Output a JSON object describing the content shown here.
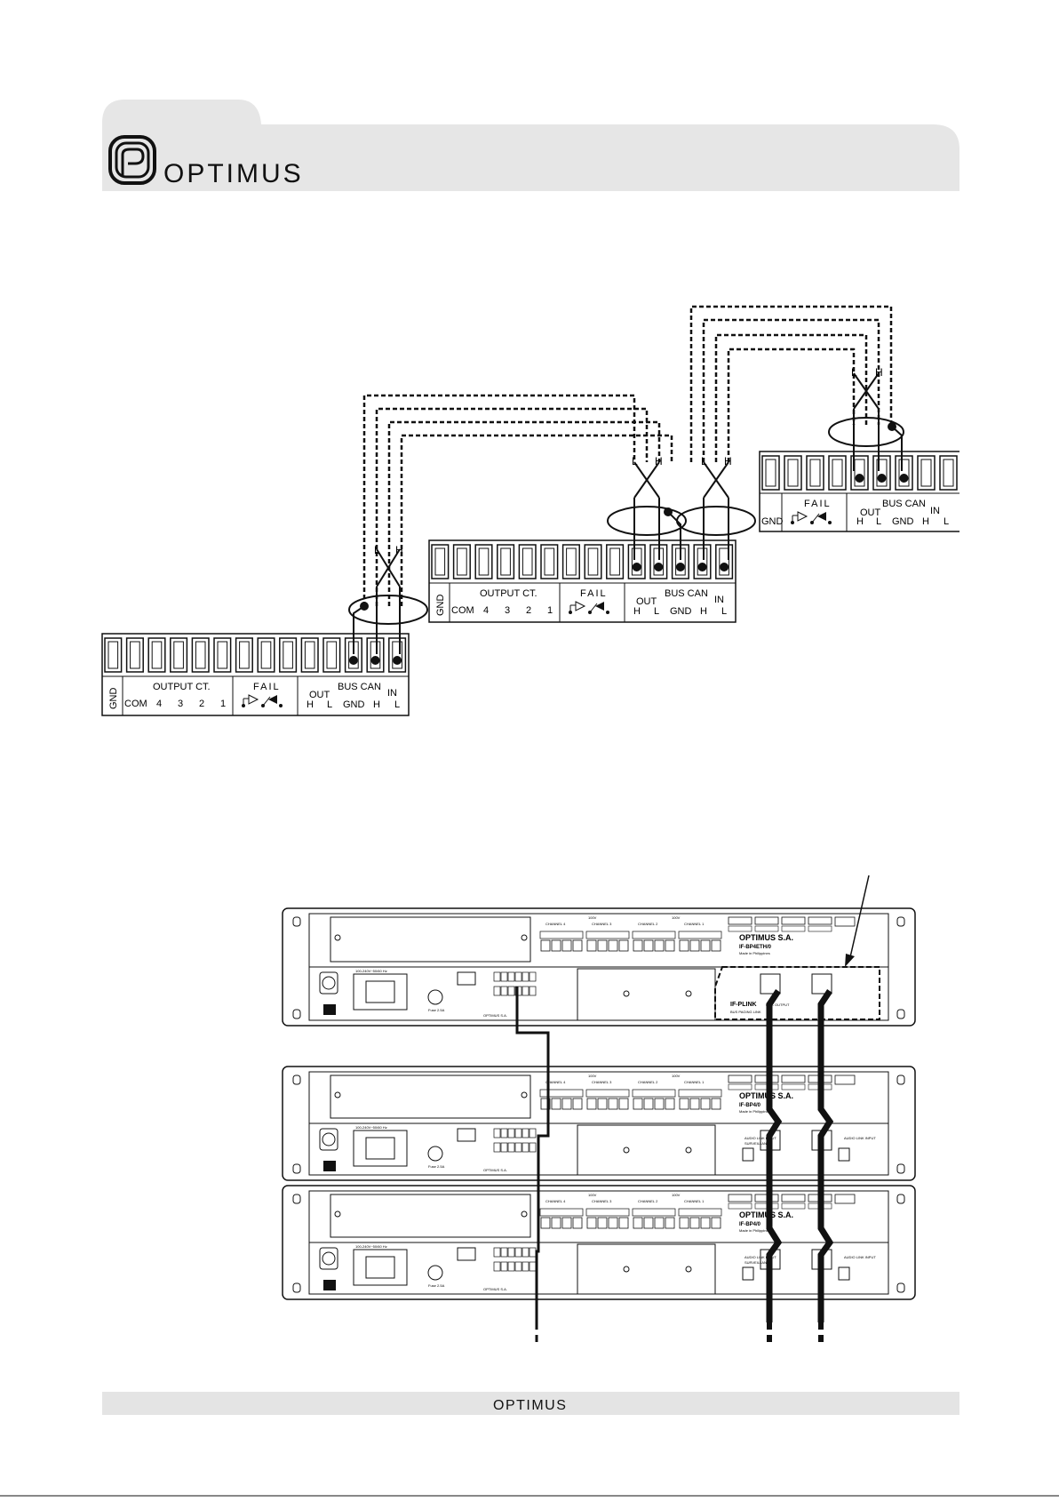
{
  "header": {
    "brand": "OPTIMUS"
  },
  "footer": {
    "brand": "OPTIMUS"
  },
  "terminal_labels": {
    "gnd": "GND",
    "output_ct": "OUTPUT CT.",
    "com": "COM",
    "out4": "4",
    "out3": "3",
    "out2": "2",
    "out1": "1",
    "fail": "FAIL",
    "bus_can": "BUS CAN",
    "out": "OUT",
    "in": "IN",
    "h": "H",
    "l": "L",
    "bus_gnd": "GND"
  },
  "wire_labels": {
    "l": "L",
    "h": "H"
  },
  "rack": {
    "brand": "OPTIMUS S.A.",
    "model_top": "IF-BP4ETH/0",
    "model_mid": "IF-BP4/0",
    "model_bot": "IF-BP4/0",
    "made_in": "Made in Philippines",
    "module": "IF-PLINK",
    "module_sub": "BUS PAGING LINK",
    "channels": [
      "CHANNEL 4",
      "CHANNEL 3",
      "CHANNEL 2",
      "CHANNEL 1"
    ],
    "voltage": "100V",
    "power": "100-240V~50/60 Hz",
    "fuse": "Fuse 2.5A",
    "link_output": "LINK OUTPUT",
    "link_input": "AUDIO LINK INPUT",
    "serveillance": "SURVEILLANCE"
  },
  "colors": {
    "header_band": "#e6e6e6",
    "footer_band": "#e4e4e4",
    "ink": "#111111"
  }
}
